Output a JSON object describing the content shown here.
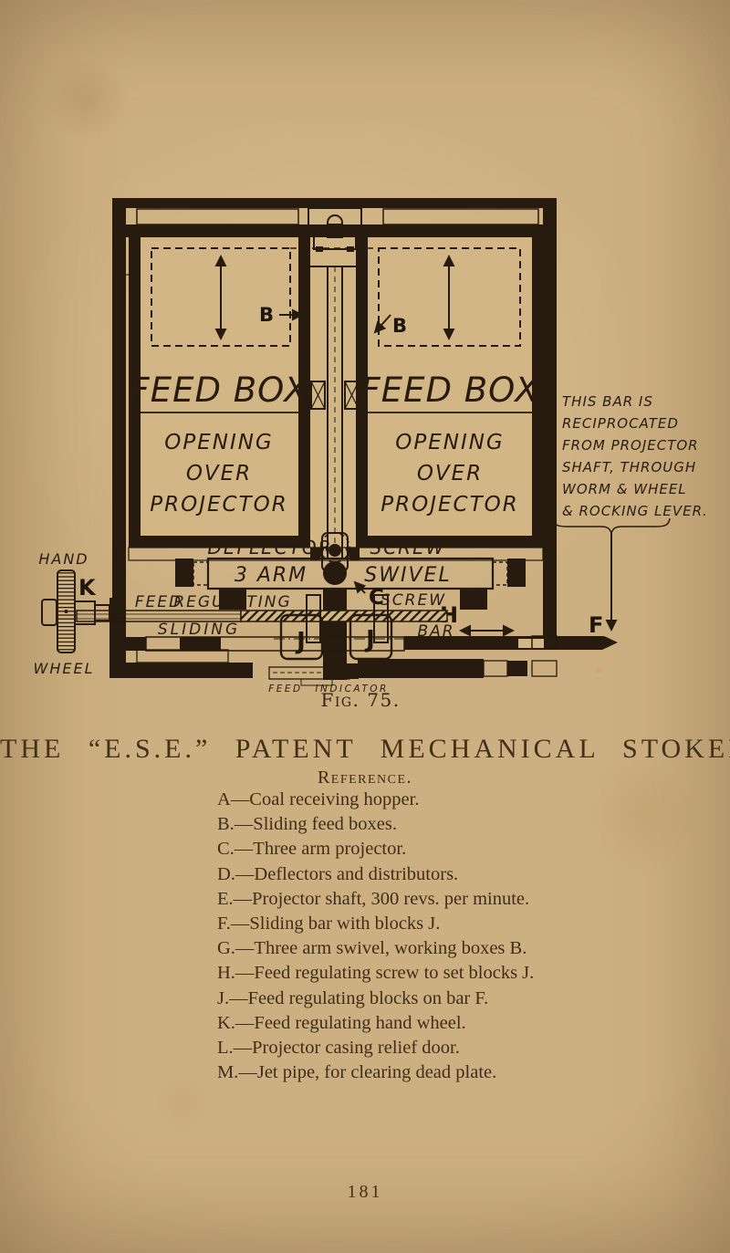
{
  "page": {
    "page_number": "181"
  },
  "heading": {
    "title": "THE “E.S.E.” PATENT MECHANICAL STOKER"
  },
  "reference": {
    "heading": "Reference.",
    "items": [
      "A—Coal receiving hopper.",
      "B.—Sliding feed boxes.",
      "C.—Three arm projector.",
      "D.—Deflectors and distributors.",
      "E.—Projector shaft, 300 revs. per minute.",
      "F.—Sliding bar with blocks J.",
      "G.—Three arm swivel, working boxes B.",
      "H.—Feed regulating screw to set blocks J.",
      "J.—Feed regulating blocks on bar F.",
      "K.—Feed regulating hand wheel.",
      "L.—Projector casing relief door.",
      "M.—Jet pipe, for clearing dead plate."
    ]
  },
  "figure": {
    "caption": "Fig. 75.",
    "labels": {
      "feed_box": "FEED BOX",
      "opening_l1": "OPENING",
      "opening_l2": "OVER",
      "opening_l3": "PROJECTOR",
      "deflector": "DEFLECTOR",
      "screw_top": "SCREW",
      "three_arm": "3 ARM",
      "swivel": "SWIVEL",
      "feed": "FEED",
      "regulating": "REGULATING",
      "screw_mid": "SCREW",
      "sliding": "SLIDING",
      "bar": "BAR",
      "feed_indicator": "FEED INDICATOR",
      "hand": "HAND",
      "wheel": "WHEEL",
      "b": "B",
      "c": "C",
      "f": "F",
      "h": "H",
      "j": "J",
      "k": "K"
    },
    "side_note": {
      "l1": "THIS BAR IS",
      "l2": "RECIPROCATED",
      "l3": "FROM PROJECTOR",
      "l4": "SHAFT, THROUGH",
      "l5": "WORM & WHEEL",
      "l6": "& ROCKING LEVER."
    }
  },
  "colors": {
    "paper": "#cdb081",
    "ink": "#261b0e",
    "text_ink": "#3f2d19"
  }
}
